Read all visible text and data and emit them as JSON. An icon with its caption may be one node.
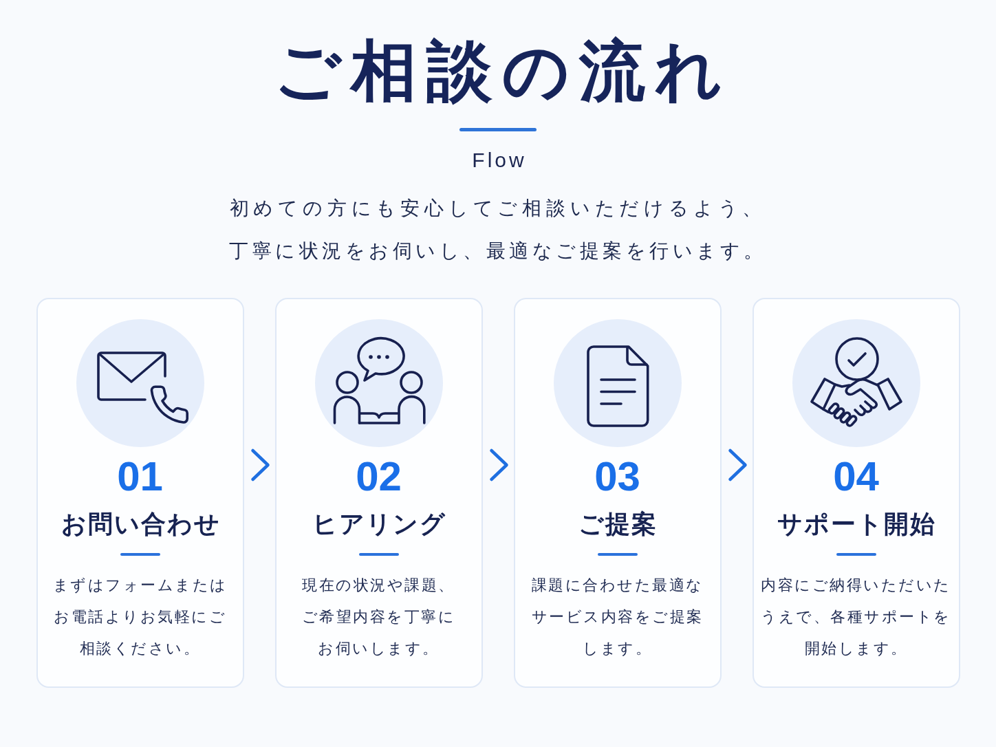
{
  "diagram": {
    "title": "ご相談の流れ",
    "nodes": [
      {
        "text": [
          "01",
          "お問い合わせ",
          "まずはフォームまたはお電話よりお気軽にご相談ください。"
        ]
      },
      {
        "text": [
          "02",
          "ヒアリング",
          "現在の状況や課題、ご希望内容を丁寧にお伺いします。"
        ]
      },
      {
        "text": [
          "03",
          "ご提案",
          "課題に合わせた最適なサービス内容をご提案します。"
        ]
      },
      {
        "text": [
          "04",
          "サポート開始",
          "内容にご納得いただいたうえで、各種サポートを開始します。"
        ]
      }
    ],
    "edges": [
      {
        "from": 0,
        "to": 1,
        "arrow": "to"
      },
      {
        "from": 1,
        "to": 2,
        "arrow": "to"
      },
      {
        "from": 2,
        "to": 3,
        "arrow": "to"
      }
    ],
    "labels": [
      "Flow",
      "初めての方にも安心してご相談いただけるよう、丁寧に状況をお伺いし、最適なご提案を行います。"
    ]
  }
}
